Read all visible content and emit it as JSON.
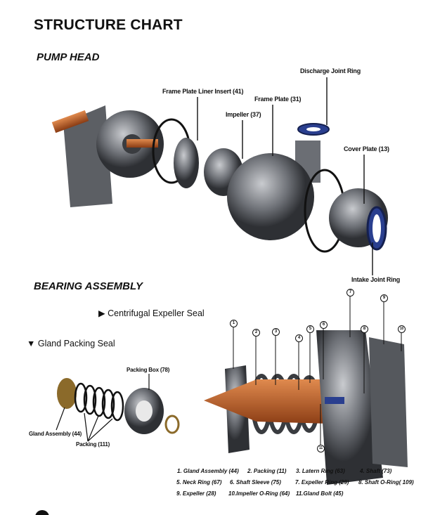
{
  "title": "STRUCTURE CHART",
  "pump_head": {
    "heading": "PUMP HEAD",
    "labels": {
      "discharge_joint_ring": "Discharge Joint Ring",
      "frame_plate_liner_insert": "Frame Plate Liner Insert (41)",
      "frame_plate": "Frame Plate (31)",
      "impeller": "Impeller (37)",
      "cover_plate": "Cover Plate (13)",
      "intake_joint_ring": "Intake Joint Ring"
    }
  },
  "bearing_assembly": {
    "heading": "BEARING ASSEMBLY",
    "centrifugal_seal": "Centrifugal Expeller Seal",
    "gland_seal": "Gland Packing Seal",
    "gland_labels": {
      "packing_box": "Packing Box (78)",
      "gland_assembly": "Gland Assembly (44)",
      "packing": "Packing (111)"
    },
    "callouts": [
      "1",
      "2",
      "3",
      "4",
      "5",
      "6",
      "7",
      "8",
      "9",
      "10",
      "11"
    ],
    "legend": [
      "1. Gland Assembly (44)",
      "2. Packing (11)",
      "3. Latern Ring (63)",
      "4. Shaft (73)",
      "5. Neck Ring (67)",
      "6. Shaft Sleeve (75)",
      "7. Expeller Ring  (29)",
      "8. Shaft O-Ring( 109)",
      "9. Expeller (28)",
      "10.Impeller O-Ring (64)",
      "11.Gland Bolt (45)"
    ]
  },
  "colors": {
    "part_grey": "#6b6e74",
    "shaft_orange": "#c8662e",
    "ring_blue": "#2a3f8f"
  }
}
